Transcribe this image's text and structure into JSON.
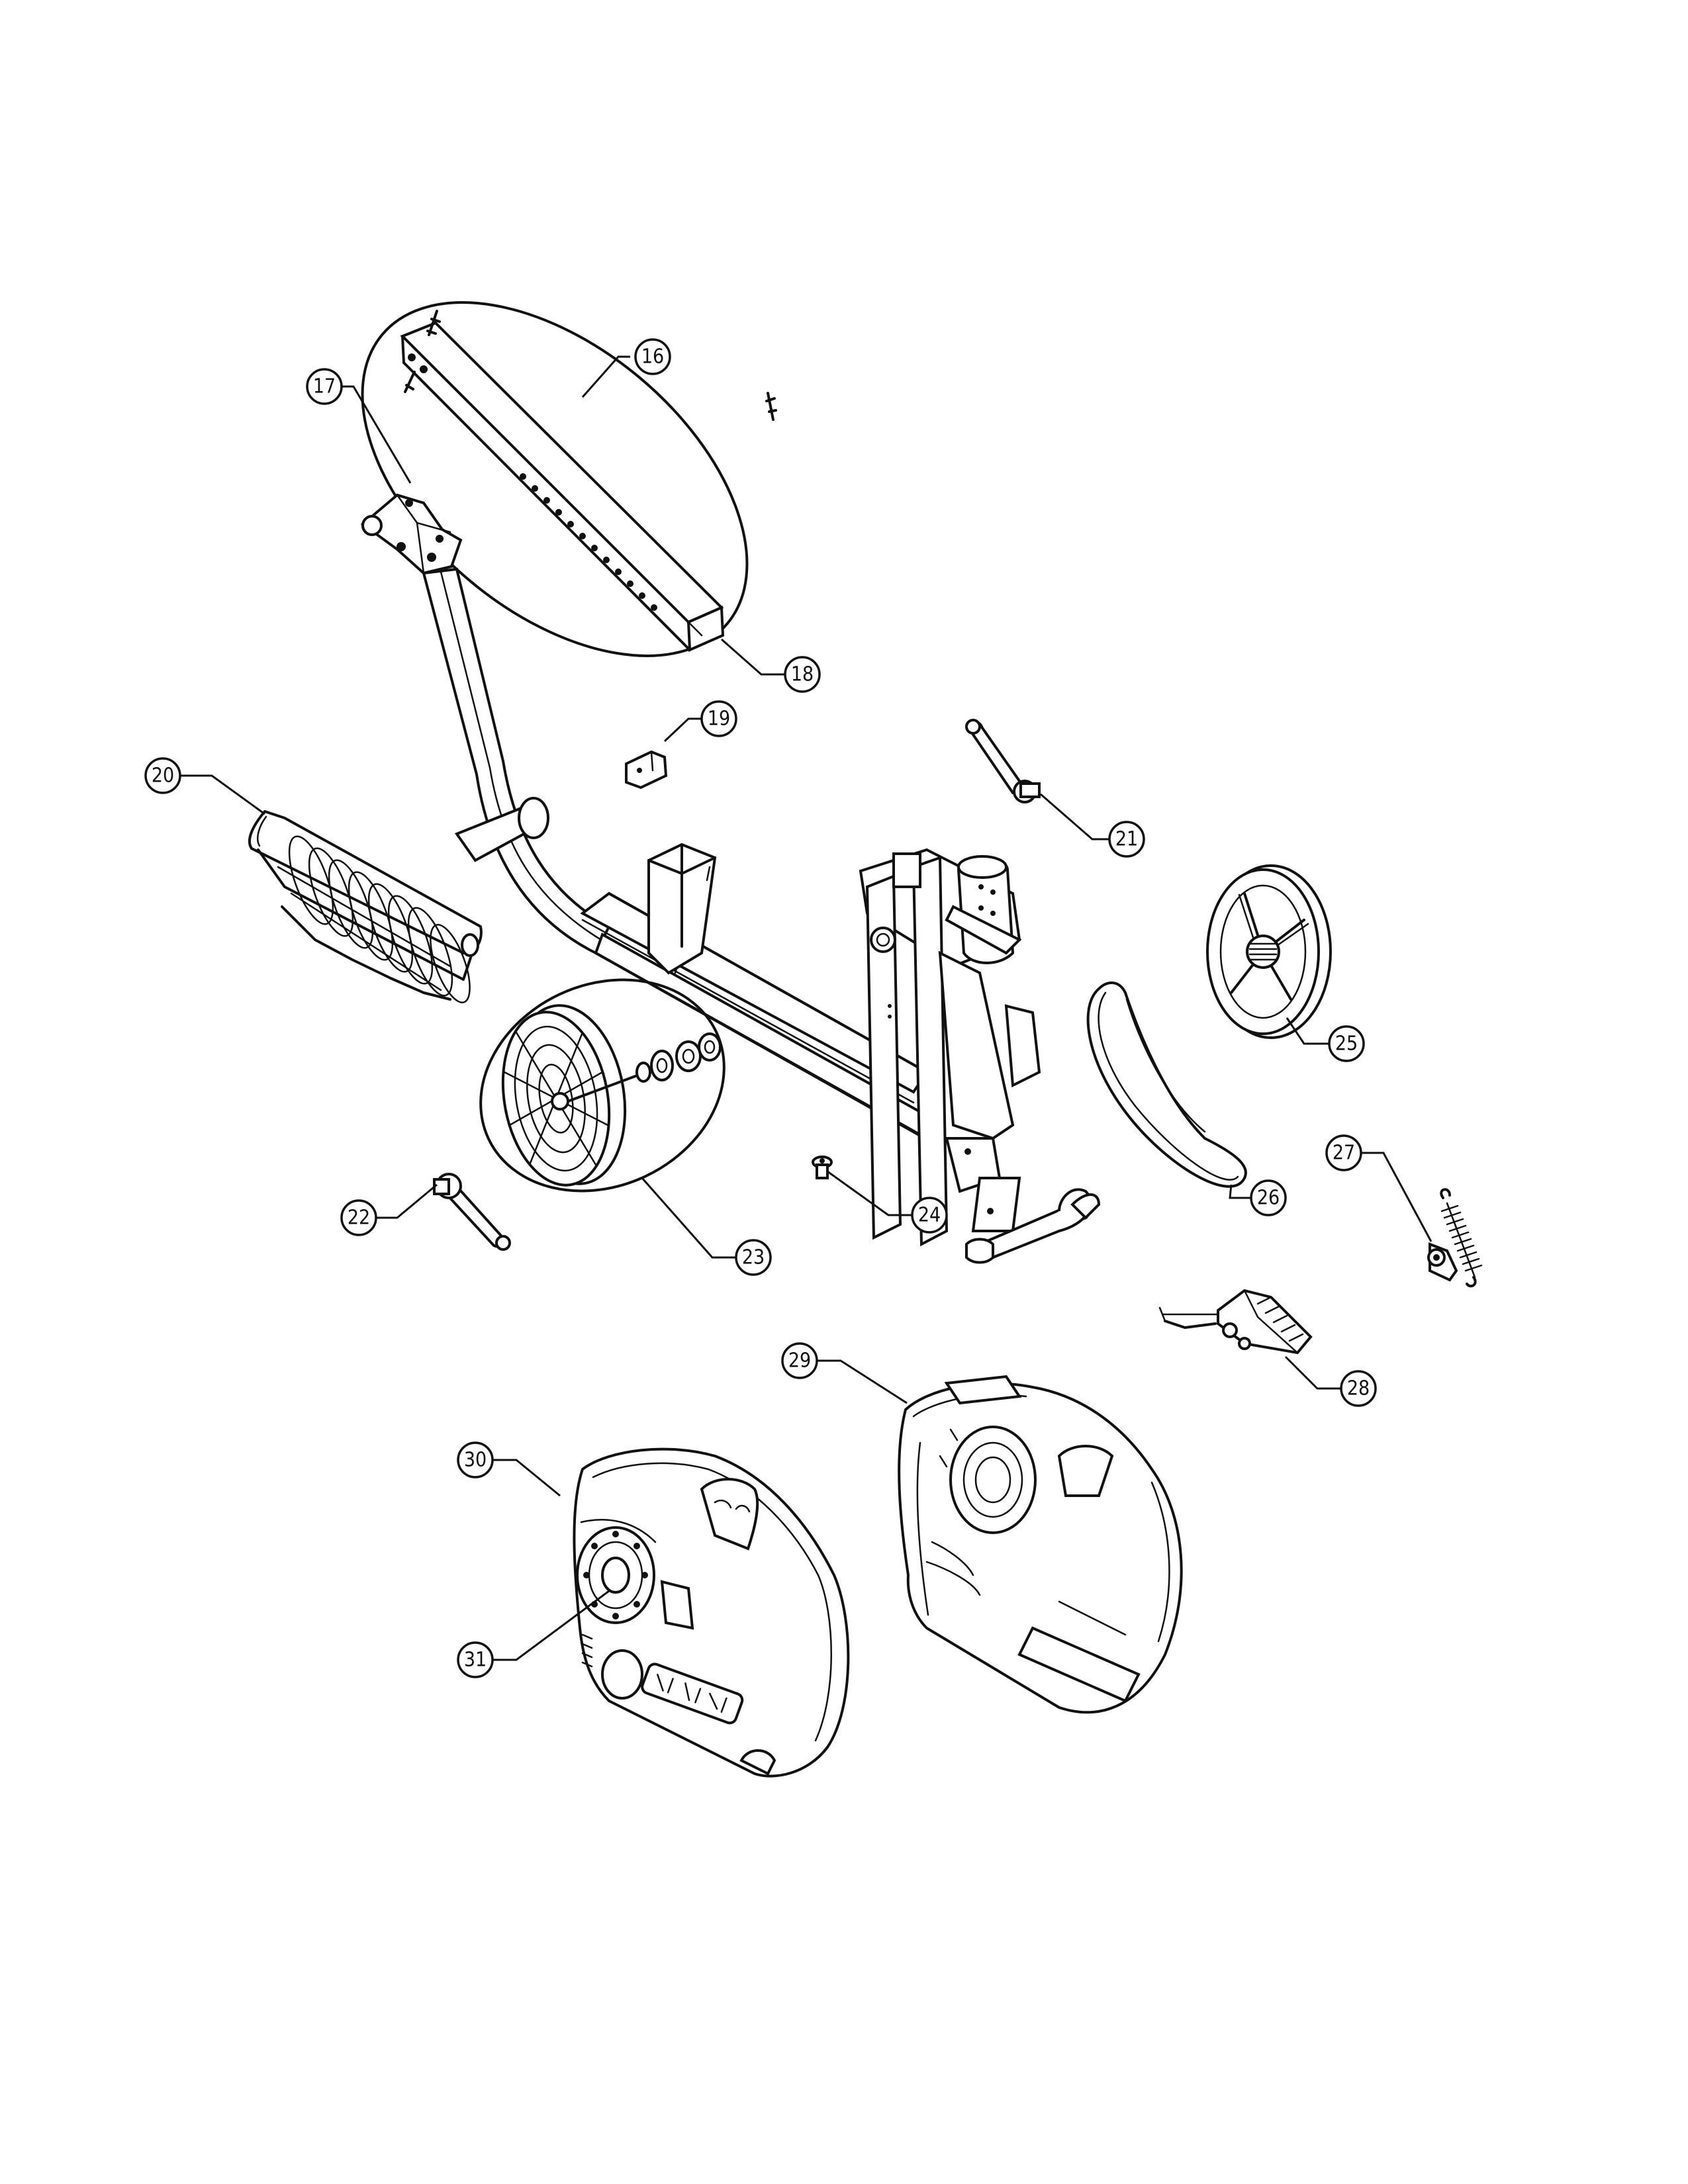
{
  "diagram": {
    "callouts": [
      {
        "id": "c16",
        "label": "16"
      },
      {
        "id": "c17",
        "label": "17"
      },
      {
        "id": "c18",
        "label": "18"
      },
      {
        "id": "c19",
        "label": "19"
      },
      {
        "id": "c20",
        "label": "20"
      },
      {
        "id": "c21",
        "label": "21"
      },
      {
        "id": "c22",
        "label": "22"
      },
      {
        "id": "c23",
        "label": "23"
      },
      {
        "id": "c24",
        "label": "24"
      },
      {
        "id": "c25",
        "label": "25"
      },
      {
        "id": "c26",
        "label": "26"
      },
      {
        "id": "c27",
        "label": "27"
      },
      {
        "id": "c28",
        "label": "28"
      },
      {
        "id": "c29",
        "label": "29"
      },
      {
        "id": "c30",
        "label": "30"
      },
      {
        "id": "c31",
        "label": "31"
      }
    ]
  }
}
